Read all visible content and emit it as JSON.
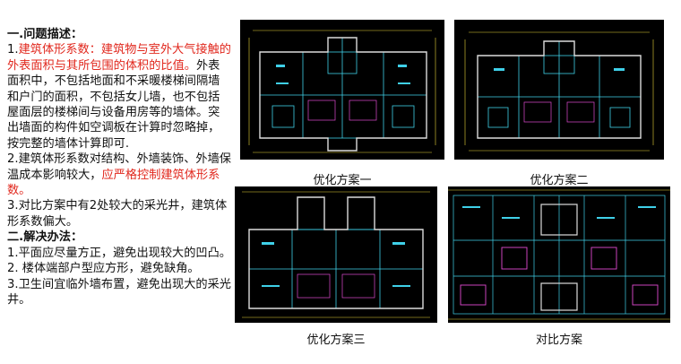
{
  "text": {
    "h1": "一.问题描述：",
    "p1_a": "1.",
    "p1_red": "建筑体形系数：建筑物与室外大气接触的外表面积与其所包围的体积的比值。",
    "p1_b": "外表面积中，不包括地面和不采暖楼梯间隔墙和户门的面积，不包括女儿墙，也不包括屋面层的楼梯间与设备用房等的墙体。突出墙面的构件如空调板在计算时忽略掉，按完整的墙体计算即可.",
    "p2_a": "2.建筑体形系数对结构、外墙装饰、外墙保温成本影响较大，",
    "p2_red": "应严格控制建筑体形系数。",
    "p3": "3.对比方案中有2处较大的采光井，建筑体形系数偏大。",
    "h2": "二.解决办法：",
    "s1": "1.平面应尽量方正，避免出现较大的凹凸。",
    "s2": "2. 楼体端部户型应方形，避免缺角。",
    "s3": "3.卫生间宜临外墙布置，避免出现大的采光井。"
  },
  "captions": {
    "c1": "优化方案一",
    "c2": "优化方案二",
    "c3": "优化方案三",
    "c4": "对比方案"
  },
  "colors": {
    "red": "#e1281e",
    "panel_bg": "#000000"
  }
}
